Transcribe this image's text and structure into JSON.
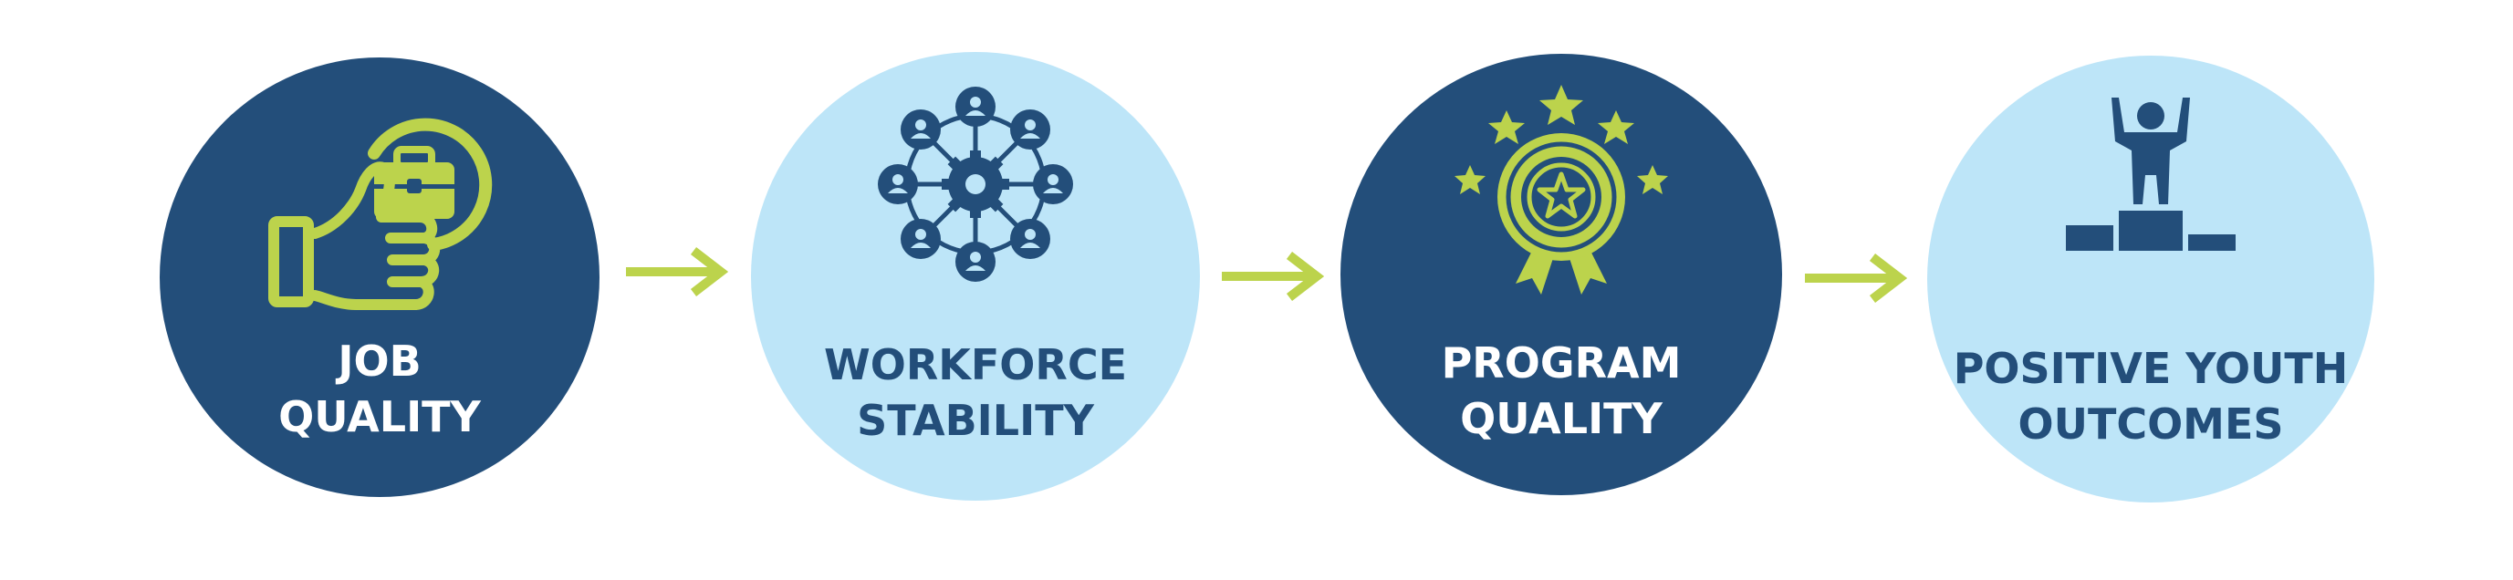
{
  "colors": {
    "navy": "#234e7a",
    "light_blue": "#bde5f8",
    "accent_green": "#bcd34c",
    "white": "#ffffff"
  },
  "steps": [
    {
      "lines": [
        "JOB",
        "QUALITY"
      ],
      "icon": "thumbs-up-briefcase-icon"
    },
    {
      "lines": [
        "WORKFORCE",
        "STABILITY"
      ],
      "icon": "people-network-gear-icon"
    },
    {
      "lines": [
        "PROGRAM",
        "QUALITY"
      ],
      "icon": "award-badge-stars-icon"
    },
    {
      "lines": [
        "POSITIVE YOUTH",
        "OUTCOMES"
      ],
      "icon": "person-podium-icon"
    }
  ],
  "arrows": [
    "right-arrow-icon",
    "right-arrow-icon",
    "right-arrow-icon"
  ]
}
